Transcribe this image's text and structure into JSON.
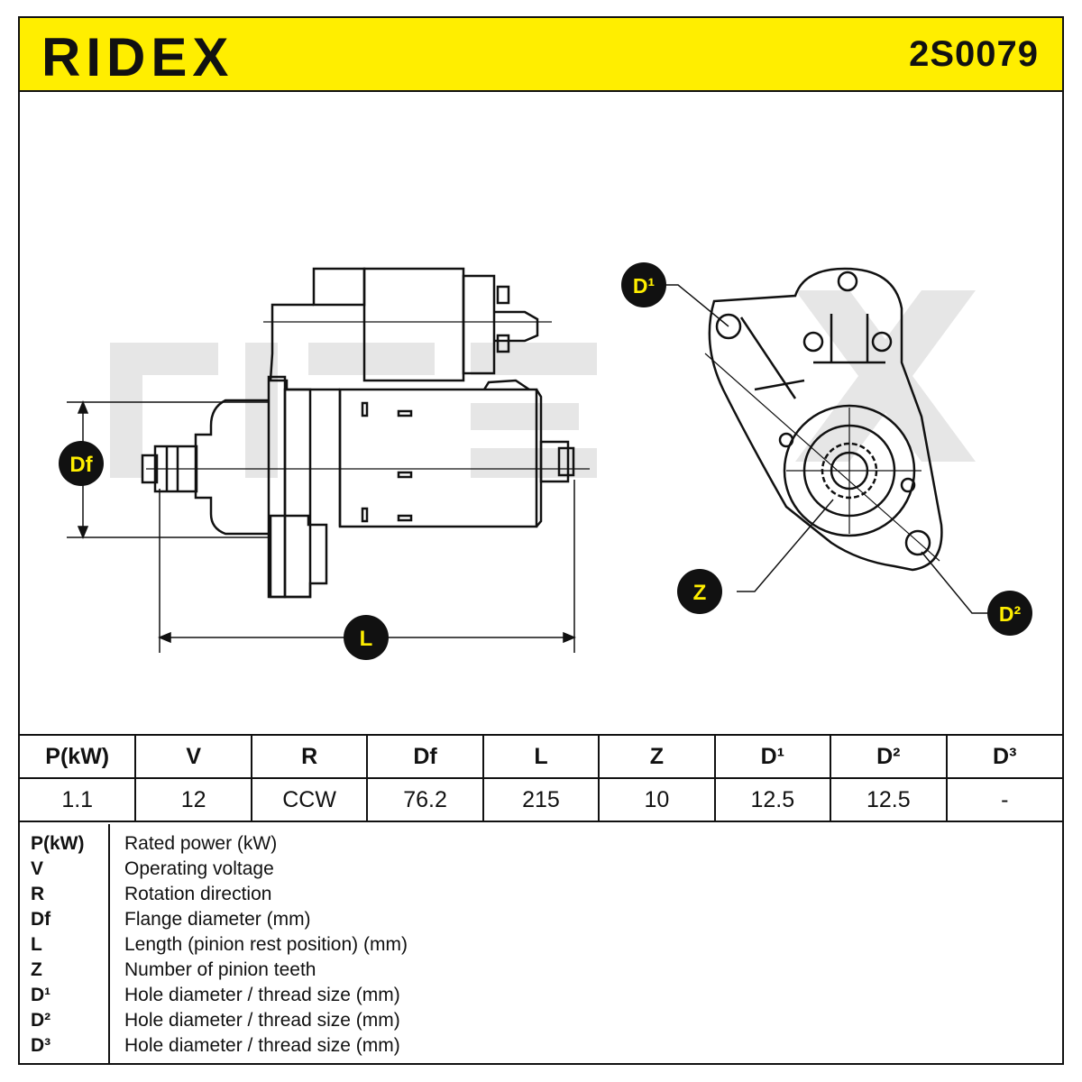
{
  "brand": {
    "name": "RIDEX",
    "part_number": "2S0079",
    "colors": {
      "accent": "#ffee00",
      "ink": "#111111",
      "watermark": "#e6e6e6"
    }
  },
  "drawing": {
    "labels": {
      "df": "Df",
      "l": "L",
      "z": "Z",
      "d1": "D¹",
      "d2": "D²"
    }
  },
  "spec_table": {
    "headers": [
      "P(kW)",
      "V",
      "R",
      "Df",
      "L",
      "Z",
      "D¹",
      "D²",
      "D³"
    ],
    "values": [
      "1.1",
      "12",
      "CCW",
      "76.2",
      "215",
      "10",
      "12.5",
      "12.5",
      "-"
    ]
  },
  "legend": [
    {
      "key": "P(kW)",
      "text": "Rated power (kW)"
    },
    {
      "key": "V",
      "text": "Operating voltage"
    },
    {
      "key": "R",
      "text": "Rotation direction"
    },
    {
      "key": "Df",
      "text": "Flange diameter (mm)"
    },
    {
      "key": "L",
      "text": "Length (pinion rest position) (mm)"
    },
    {
      "key": "Z",
      "text": "Number of pinion teeth"
    },
    {
      "key": "D¹",
      "text": "Hole diameter / thread size (mm)"
    },
    {
      "key": "D²",
      "text": "Hole diameter / thread size (mm)"
    },
    {
      "key": "D³",
      "text": "Hole diameter / thread size (mm)"
    }
  ]
}
